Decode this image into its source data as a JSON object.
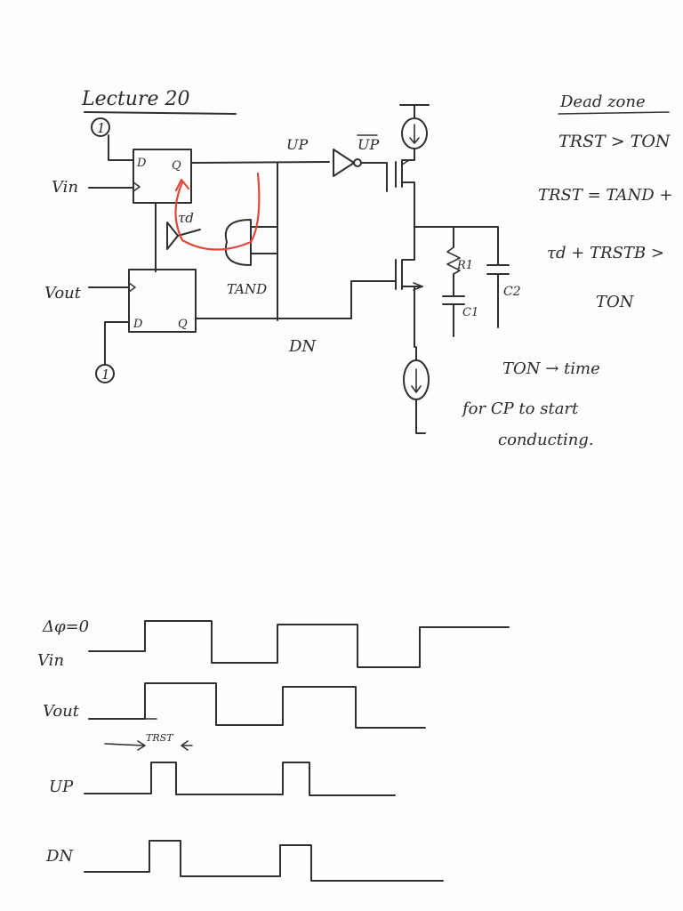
{
  "title": "Lecture 20",
  "circuit": {
    "vin": "Vin",
    "vout": "Vout",
    "up_label": "UP",
    "up_bar_label": "UP",
    "dn_label": "DN",
    "d_in": "D",
    "q_out": "Q",
    "one_top": "1",
    "one_bottom": "1",
    "td": "τd",
    "tand": "TAND",
    "r1": "R1",
    "c1": "C1",
    "c2": "C2"
  },
  "notes": {
    "dead_zone": "Dead zone",
    "l1": "TRST > TON",
    "l2": "TRST = TAND +",
    "l3": "τd + TRSTB >",
    "l4": "TON",
    "l5": "TON → time",
    "l6": "for CP to start",
    "l7": "conducting."
  },
  "timing": {
    "phase": "Δφ=0",
    "vin": "Vin",
    "vout": "Vout",
    "trst": "TRST",
    "up": "UP",
    "dn": "DN"
  },
  "colors": {
    "ink": "#2f2f2f",
    "red": "#e0483c"
  }
}
